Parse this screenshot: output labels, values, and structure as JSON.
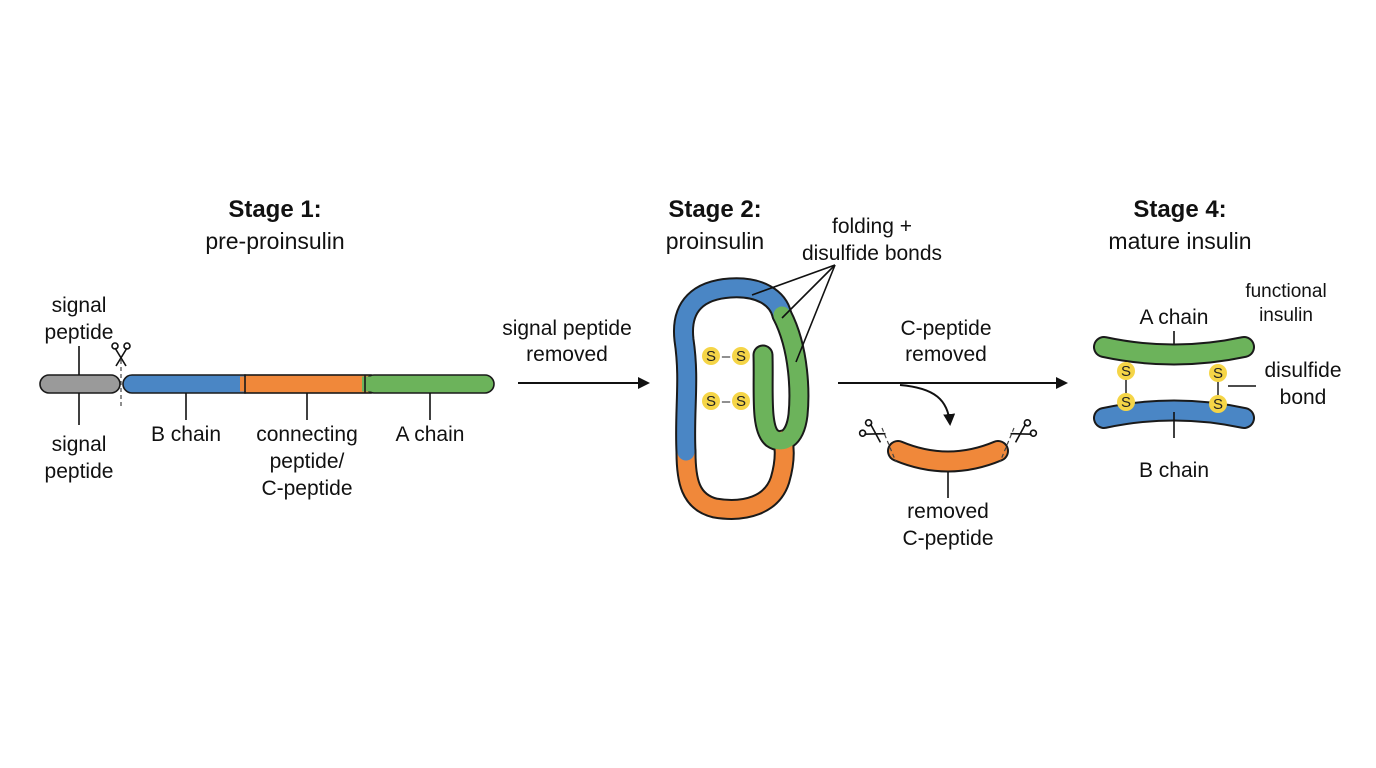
{
  "colors": {
    "signal": "#9a9a9a",
    "b_chain": "#4a86c5",
    "c_peptide": "#f0883a",
    "a_chain": "#6cb35b",
    "disulfide": "#f5d547",
    "outline": "#1a1a1a"
  },
  "stage1": {
    "title": "Stage 1:",
    "subtitle": "pre-proinsulin",
    "label_signal_top_1": "signal",
    "label_signal_top_2": "peptide",
    "label_signal_bottom_1": "signal",
    "label_signal_bottom_2": "peptide",
    "label_b_chain": "B chain",
    "label_c_peptide_1": "connecting",
    "label_c_peptide_2": "peptide/",
    "label_c_peptide_3": "C-peptide",
    "label_a_chain": "A chain",
    "scissors_icon": "scissors-icon"
  },
  "arrow1": {
    "label_1": "signal peptide",
    "label_2": "removed"
  },
  "stage2": {
    "title": "Stage 2:",
    "subtitle": "proinsulin",
    "label_fold_1": "folding +",
    "label_fold_2": "disulfide bonds",
    "bond_s": "S",
    "bond_dash": "–"
  },
  "arrow2": {
    "label_1": "C-peptide",
    "label_2": "removed",
    "removed_1": "removed",
    "removed_2": "C-peptide"
  },
  "stage4": {
    "title": "Stage 4:",
    "subtitle": "mature insulin",
    "label_functional_1": "functional",
    "label_functional_2": "insulin",
    "label_a_chain": "A chain",
    "label_b_chain": "B chain",
    "label_bond_1": "disulfide",
    "label_bond_2": "bond",
    "bond_s": "S"
  }
}
